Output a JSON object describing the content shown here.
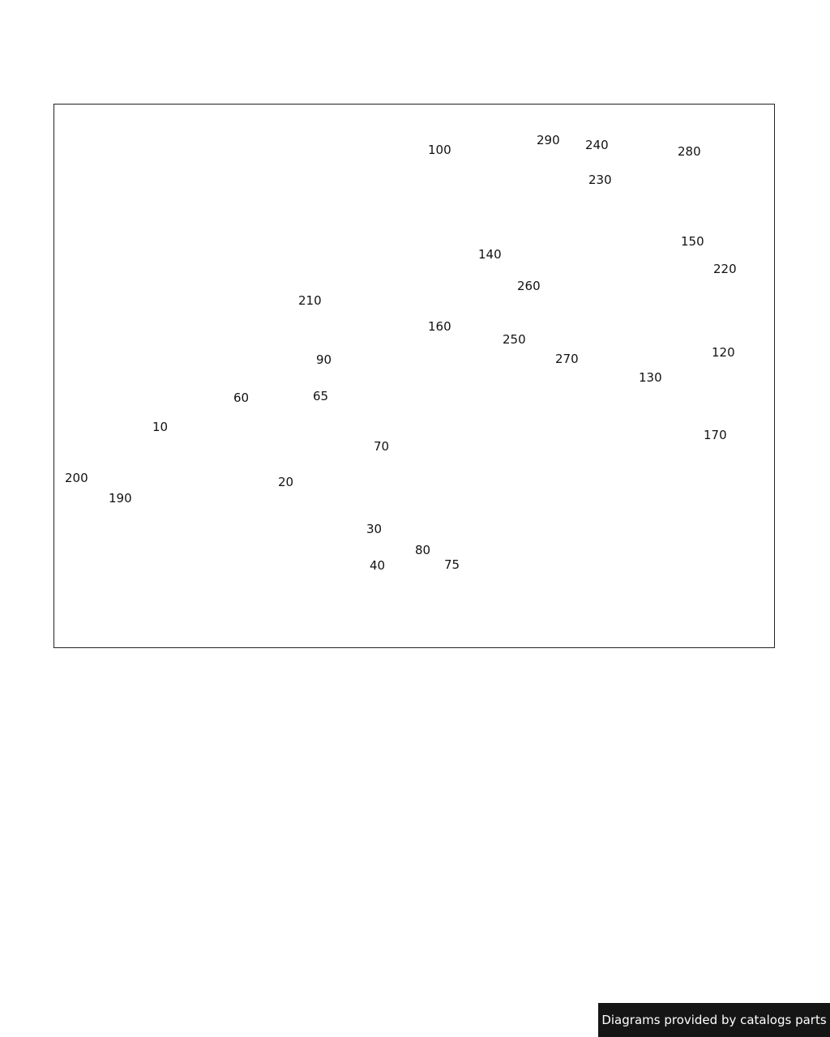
{
  "diagram": {
    "callouts": {
      "c10": "10",
      "c20": "20",
      "c30": "30",
      "c40": "40",
      "c60": "60",
      "c65": "65",
      "c70": "70",
      "c75": "75",
      "c80": "80",
      "c90": "90",
      "c100": "100",
      "c120": "120",
      "c130": "130",
      "c140": "140",
      "c150": "150",
      "c160": "160",
      "c170": "170",
      "c190": "190",
      "c200": "200",
      "c210": "210",
      "c220": "220",
      "c230": "230",
      "c240": "240",
      "c250": "250",
      "c260": "260",
      "c270": "270",
      "c280": "280",
      "c290": "290"
    },
    "line_color": "#1a1a1a",
    "fill_color": "#ffffff",
    "shade_color": "#d9d9d9"
  },
  "footer": {
    "credit": "Diagrams provided by catalogs parts",
    "background": "#151515",
    "text_color": "#ffffff"
  }
}
